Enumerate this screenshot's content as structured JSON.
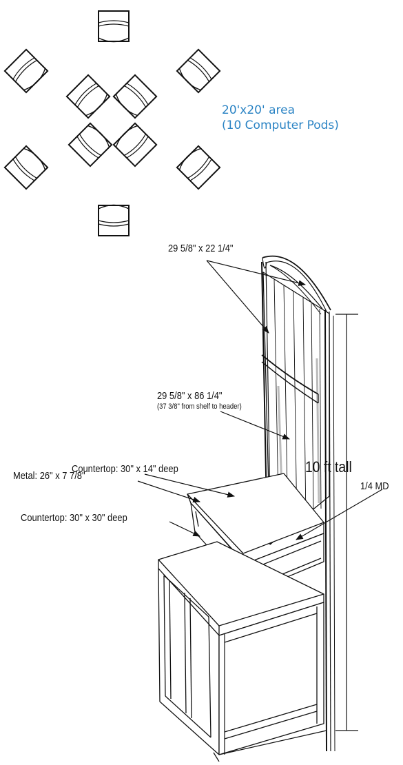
{
  "layout_plan": {
    "area_line1": "20'x20' area",
    "area_line2": "(10 Computer Pods)"
  },
  "callouts": {
    "header_size": "29 5/8\" x 22 1/4\"",
    "panel_size": "29 5/8\" x 86 1/4\"",
    "panel_note": "(37 3/8\" from shelf to header)",
    "countertop_upper": "Countertop: 30\" x 14\" deep",
    "metal": "Metal: 26\" x 7 7/8\"",
    "countertop_lower": "Countertop: 30\" x 30\" deep",
    "mdf": "1/4 MD",
    "height": "10 ft tall"
  },
  "colors": {
    "line": "#111111",
    "area_text": "#2a83c4"
  }
}
